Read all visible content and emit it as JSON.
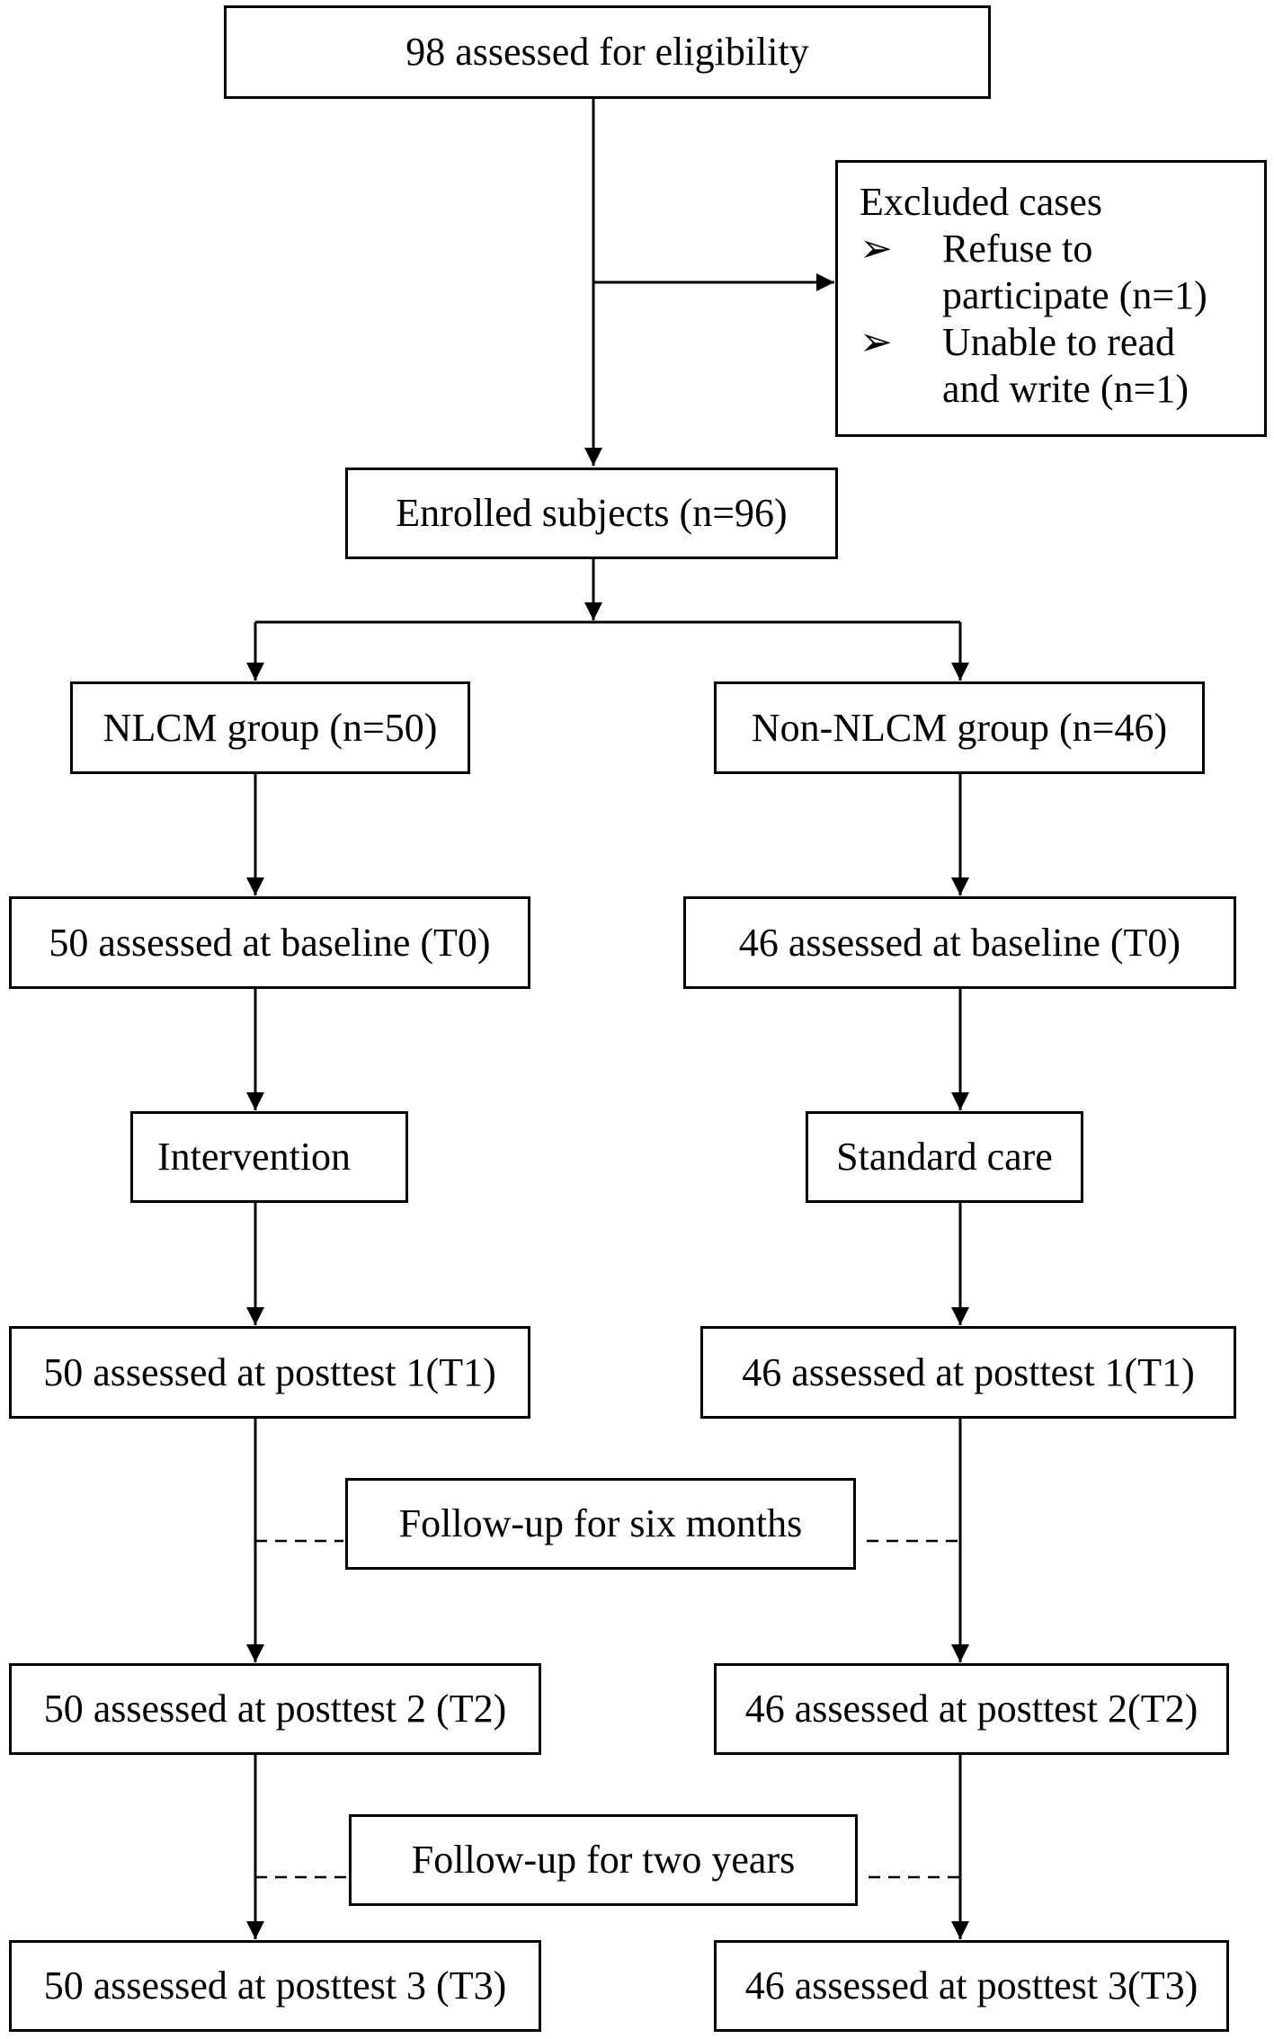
{
  "diagram": {
    "eligibility": "98 assessed for eligibility",
    "excluded": {
      "title": "Excluded cases",
      "bullet_glyph": "➢",
      "items": [
        {
          "line1": "Refuse to",
          "line2": "participate (n=1)"
        },
        {
          "line1": "Unable to read",
          "line2": "and write (n=1)"
        }
      ]
    },
    "enrolled": "Enrolled subjects (n=96)",
    "nlcm": {
      "group": "NLCM group (n=50)",
      "baseline": "50 assessed at baseline (T0)",
      "treatment": "Intervention",
      "t1": "50 assessed at posttest 1(T1)",
      "t2": "50 assessed at posttest 2 (T2)",
      "t3": "50 assessed at posttest 3 (T3)"
    },
    "non_nlcm": {
      "group": "Non-NLCM group (n=46)",
      "baseline": "46 assessed at baseline (T0)",
      "treatment": "Standard care",
      "t1": "46 assessed at posttest 1(T1)",
      "t2": "46 assessed at posttest 2(T2)",
      "t3": "46 assessed at posttest 3(T3)"
    },
    "followup_six_months": "Follow-up for six months",
    "followup_two_years": "Follow-up for two years"
  }
}
